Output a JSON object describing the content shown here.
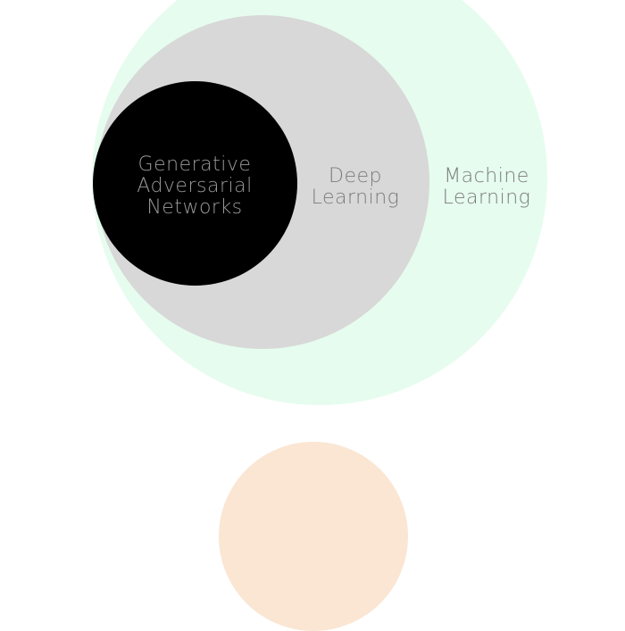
{
  "diagram": {
    "outer_circle": {
      "label_lines": [
        "Machine",
        "Learning"
      ],
      "fill": "#e6fcef",
      "text_color": "#7b7b7b"
    },
    "middle_circle": {
      "label_lines": [
        "Deep",
        "Learning"
      ],
      "fill": "#d8d8d8",
      "text_color": "#7b7b7b"
    },
    "inner_circle": {
      "label_lines": [
        "Generative",
        "Adversarial",
        "Networks"
      ],
      "fill": "#000000",
      "text_color": "#9a9a9a"
    },
    "bottom_partial_circle": {
      "fill": "#fae6d3"
    }
  }
}
